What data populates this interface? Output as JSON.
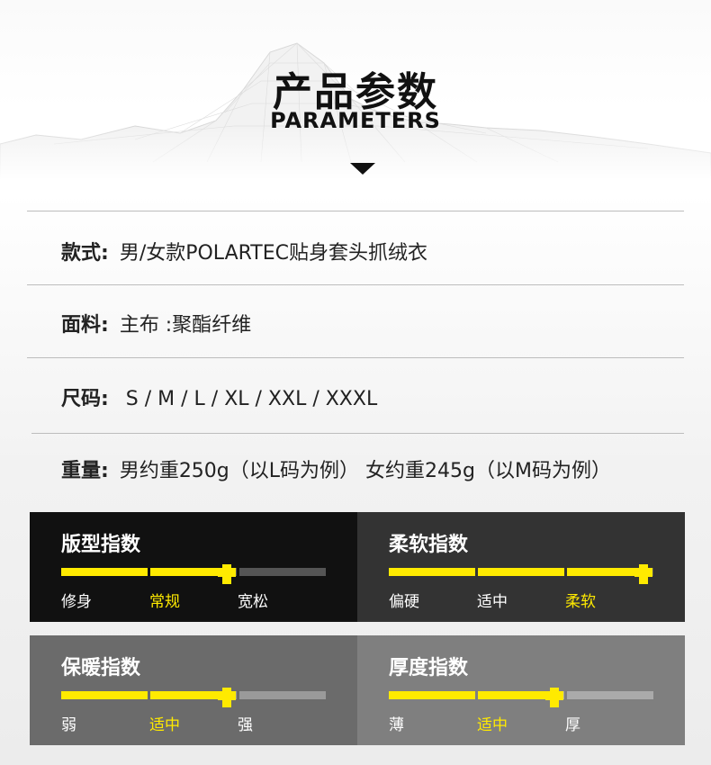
{
  "header": {
    "title_cn": "产品参数",
    "title_en": "PARAMETERS"
  },
  "specs": [
    {
      "key": "款式:",
      "value": "男/女款POLARTEC贴身套头抓绒衣"
    },
    {
      "key": "面料:",
      "value": "主布 :聚酯纤维"
    },
    {
      "key": "尺码:",
      "value": " S / M / L / XL / XXL / XXXL"
    },
    {
      "key": "重量:",
      "value": "男约重250g（以L码为例） 女约重245g（以M码为例）"
    }
  ],
  "indices": [
    {
      "title": "版型指数",
      "labels": [
        "修身",
        "常规",
        "宽松"
      ],
      "active_index": 1,
      "level": 0.625,
      "bg": "#111111",
      "empty_color": "#555555"
    },
    {
      "title": "柔软指数",
      "labels": [
        "偏硬",
        "适中",
        "柔软"
      ],
      "active_index": 2,
      "level": 0.96,
      "bg": "#333333",
      "empty_color": "#555555"
    },
    {
      "title": "保暖指数",
      "labels": [
        "弱",
        "适中",
        "强"
      ],
      "active_index": 1,
      "level": 0.625,
      "bg": "#6b6b6b",
      "empty_color": "#9a9a9a"
    },
    {
      "title": "厚度指数",
      "labels": [
        "薄",
        "适中",
        "厚"
      ],
      "active_index": 1,
      "level": 0.625,
      "bg": "#7f7f7f",
      "empty_color": "#aaaaaa"
    }
  ],
  "colors": {
    "accent": "#ffea00",
    "text_dark": "#222222"
  },
  "icons": {
    "caret": "caret-down-icon",
    "background": "mountain-mesh-decoration"
  }
}
